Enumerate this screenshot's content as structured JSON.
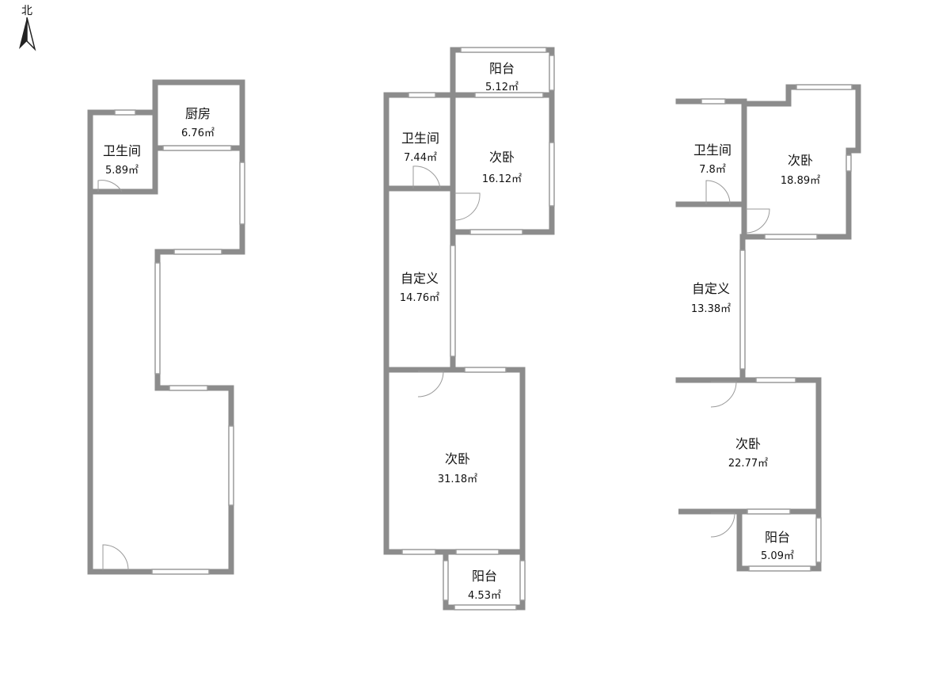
{
  "compass": {
    "label": "北",
    "icon": "north-arrow-icon"
  },
  "floors": [
    {
      "rooms": [
        {
          "name": "厨房",
          "area": "6.76㎡"
        },
        {
          "name": "卫生间",
          "area": "5.89㎡"
        }
      ]
    },
    {
      "rooms": [
        {
          "name": "阳台",
          "area": "5.12㎡"
        },
        {
          "name": "卫生间",
          "area": "7.44㎡"
        },
        {
          "name": "次卧",
          "area": "16.12㎡"
        },
        {
          "name": "自定义",
          "area": "14.76㎡"
        },
        {
          "name": "次卧",
          "area": "31.18㎡"
        },
        {
          "name": "阳台",
          "area": "4.53㎡"
        }
      ]
    },
    {
      "rooms": [
        {
          "name": "卫生间",
          "area": "7.8㎡"
        },
        {
          "name": "次卧",
          "area": "18.89㎡"
        },
        {
          "name": "自定义",
          "area": "13.38㎡"
        },
        {
          "name": "次卧",
          "area": "22.77㎡"
        },
        {
          "name": "阳台",
          "area": "5.09㎡"
        }
      ]
    }
  ],
  "colors": {
    "wall": "#8c8c8c",
    "window": "#ffffff",
    "door": "#9a9a9a",
    "text": "#111111"
  }
}
